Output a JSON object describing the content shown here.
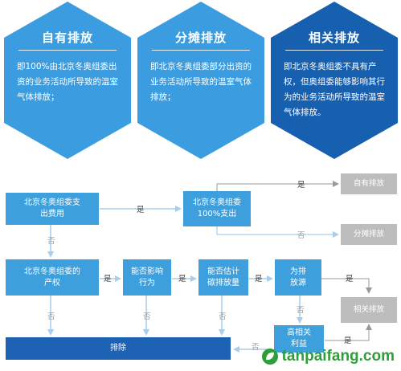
{
  "hexagons": [
    {
      "title": "自有排放",
      "text": "即100%由北京冬奥组委出资的业务活动所导致的温室气体排放；",
      "color": "#3b9de0"
    },
    {
      "title": "分摊排放",
      "text": "即北京冬奥组委部分出资的业务活动所导致的温室气体排放；",
      "color": "#3b9de0"
    },
    {
      "title": "相关排放",
      "text": "即北京冬奥组委不具有产权，但奥组委能够影响其行为的业务活动所导致的温室气体排放。",
      "color": "#1760b0"
    }
  ],
  "flowchart": {
    "boxes": {
      "expense": "北京冬奥组委支出费用",
      "full_expense": "北京冬奥组委100%支出",
      "own_emission": "自有排放",
      "shared_emission": "分摊排放",
      "property": "北京冬奥组委的产权",
      "influence": "能否影响行为",
      "estimate": "能否估计碳排放量",
      "source": "为排放源",
      "related_emission": "相关排放",
      "stakeholder": "高相关利益",
      "exclude": "排除"
    },
    "labels": {
      "yes": "是",
      "no": "否"
    }
  },
  "watermark": {
    "text": "tanpaifang.com"
  },
  "colors": {
    "primary": "#3d9fdc",
    "dark": "#1e62b4",
    "grey": "#bdbdbd",
    "arrow_blue": "#a9cdea",
    "arrow_grey": "#9a9a9a",
    "brand_green": "#2e9e3a"
  }
}
